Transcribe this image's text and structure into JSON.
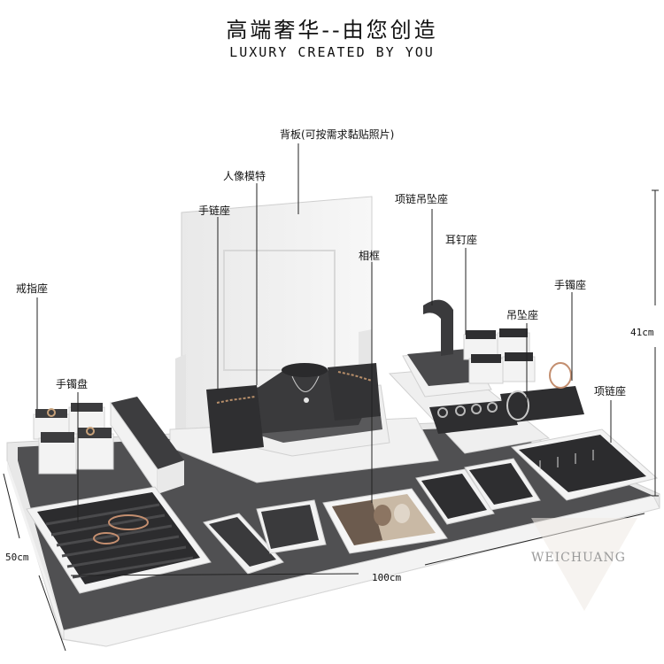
{
  "header": {
    "title_cn": "高端奢华--由您创造",
    "title_en": "LUXURY CREATED BY YOU"
  },
  "callouts": {
    "backboard": "背板(可按需求黏贴照片)",
    "bust": "人像模特",
    "bracelet_stand_left": "手链座",
    "necklace_pendant_stand": "项链吊坠座",
    "earring_stand": "耳钉座",
    "photo_frame": "相框",
    "bangle_stand": "手镯座",
    "pendant_stand": "吊坠座",
    "ring_stand": "戒指座",
    "bangle_tray": "手镯盘",
    "necklace_stand": "项链座"
  },
  "dimensions": {
    "height": "41cm",
    "depth": "50cm",
    "width": "100cm"
  },
  "watermark": "WEICHUANG",
  "colors": {
    "white_leatherette": "#f4f4f4",
    "grey_velvet": "#4a4a4c",
    "dark_velvet": "#2e2e30",
    "line": "#222222"
  }
}
